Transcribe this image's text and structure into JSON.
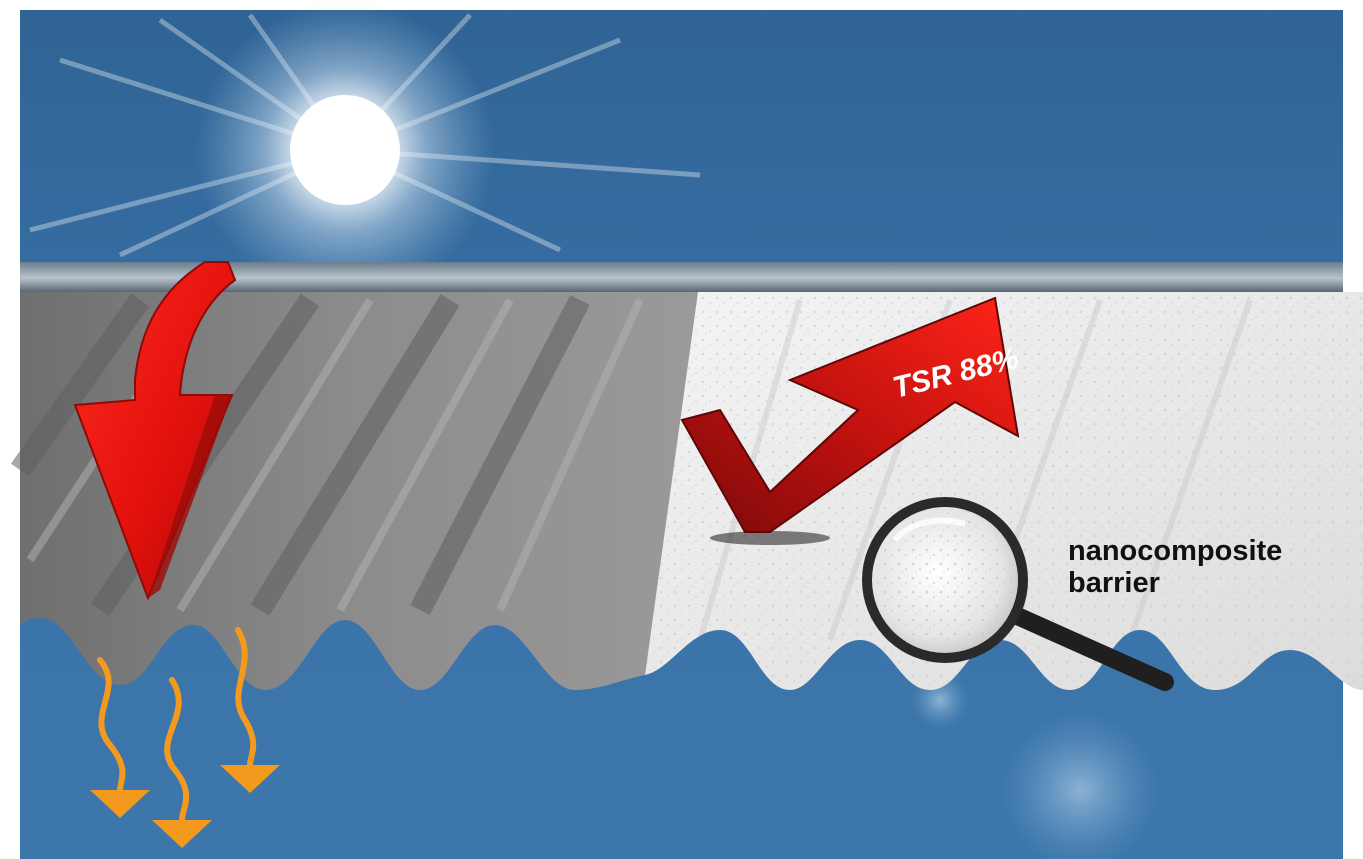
{
  "scene": {
    "tsr_label": "TSR 88%",
    "barrier_label_line1": "nanocomposite",
    "barrier_label_line2": "barrier",
    "colors": {
      "sky_top": "#2e5f8e",
      "sky_bottom": "#3f78ad",
      "arrow_red": "#e01010",
      "arrow_dark_red": "#8a0c0c",
      "heat_orange": "#f39a1e",
      "roof_gray": "#8a8a8a",
      "coating_white": "#ededed"
    },
    "icons": {
      "sun": "sun-icon",
      "incoming_arrow": "arrow-down-icon",
      "reflected_arrow": "arrow-reflect-icon",
      "heat_arrows": "wavy-arrow-icon",
      "magnifier": "magnifying-glass-icon"
    }
  }
}
